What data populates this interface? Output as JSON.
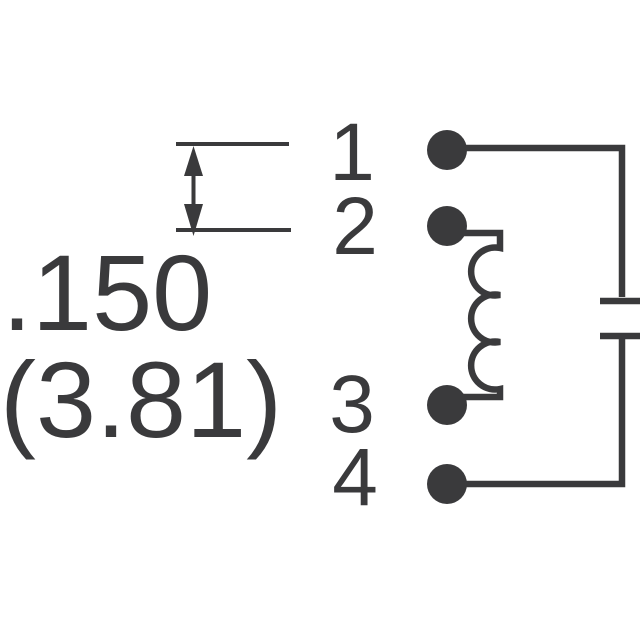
{
  "dimension": {
    "value_in": ".150",
    "value_mm": "(3.81)"
  },
  "pins": [
    {
      "label": "1"
    },
    {
      "label": "2"
    },
    {
      "label": "3"
    },
    {
      "label": "4"
    }
  ],
  "icons": {
    "coil": "coil-symbol",
    "contact": "normally-open-contact-symbol",
    "dimension_arrow": "double-headed-vertical-arrow-icon"
  },
  "colors": {
    "ink": "#3a3a3c",
    "background": "#ffffff"
  }
}
